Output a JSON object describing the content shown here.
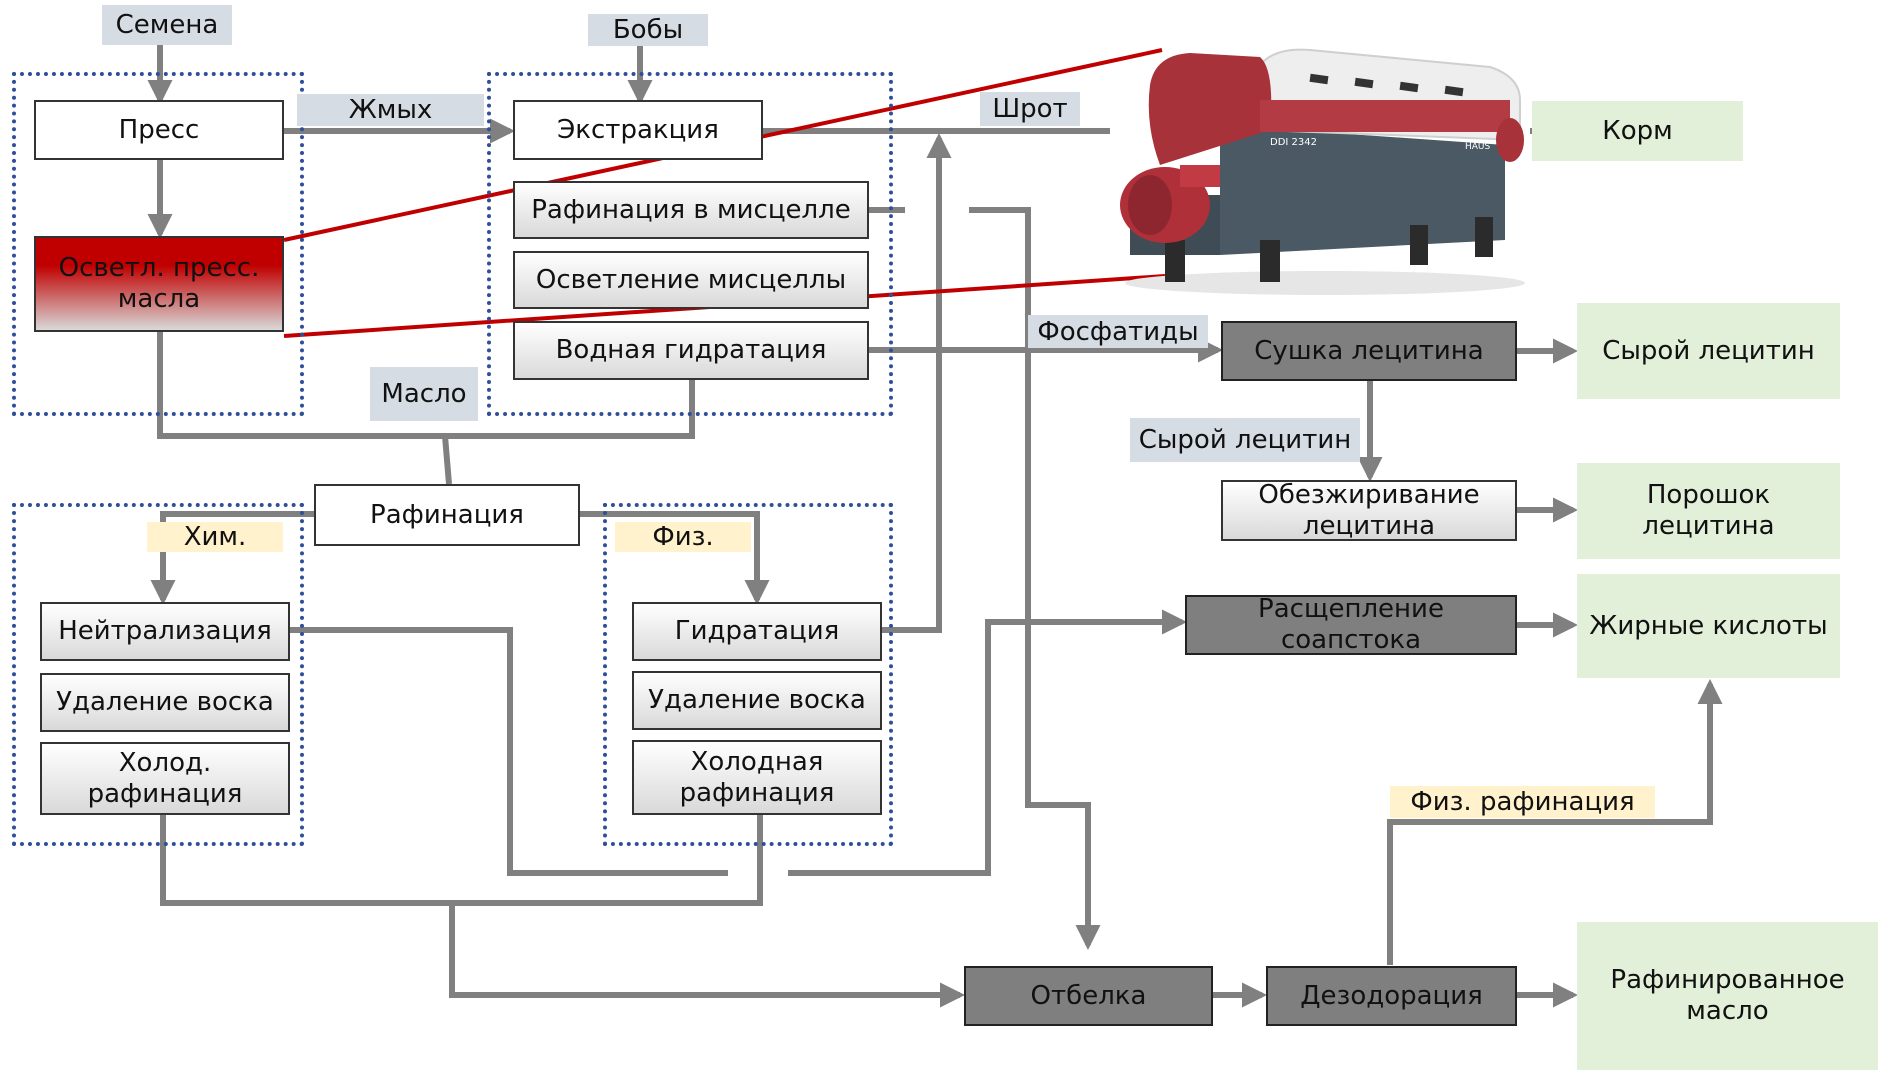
{
  "top_tags": {
    "seeds": "Семена",
    "beans": "Бобы"
  },
  "flow_tags": {
    "cake": "Жмых",
    "meal": "Шрот",
    "oil": "Масло",
    "phosphatides": "Фосфатиды",
    "crude_lecithin": "Сырой лецитин",
    "chem": "Хим.",
    "phys": "Физ.",
    "phys_refining": "Физ. рафинация"
  },
  "boxes": {
    "press": "Пресс",
    "clarify_press_oil": "Осветл. пресс.\nмасла",
    "extraction": "Экстракция",
    "miscella_refining": "Рафинация в мисцелле",
    "miscella_clarify": "Осветление мисцеллы",
    "water_degumming": "Водная гидратация",
    "refining": "Рафинация",
    "neutralization": "Нейтрализация",
    "dewax_chem": "Удаление воска",
    "cold_refining_chem": "Холод.\nрафинация",
    "degumming": "Гидратация",
    "dewax_phys": "Удаление воска",
    "cold_refining_phys": "Холодная\nрафинация",
    "lecithin_drying": "Сушка лецитина",
    "lecithin_deoiling": "Обезжиривание\nлецитина",
    "soapstock_splitting": "Расщепление\nсоапстока",
    "bleaching": "Отбелка",
    "deodorization": "Дезодорация"
  },
  "products": {
    "feed": "Корм",
    "crude_lecithin": "Сырой лецитин",
    "lecithin_powder": "Порошок\nлецитина",
    "fatty_acids": "Жирные кислоты",
    "refined_oil": "Рафинированное\nмасло"
  },
  "machine": {
    "model_label": "DDI 2342",
    "brand_label": "HAUS"
  },
  "colors": {
    "arrow": "#808080",
    "red_line": "#c00000",
    "group_border": "#2f4f9a",
    "product_bg": "#e2efd9"
  }
}
